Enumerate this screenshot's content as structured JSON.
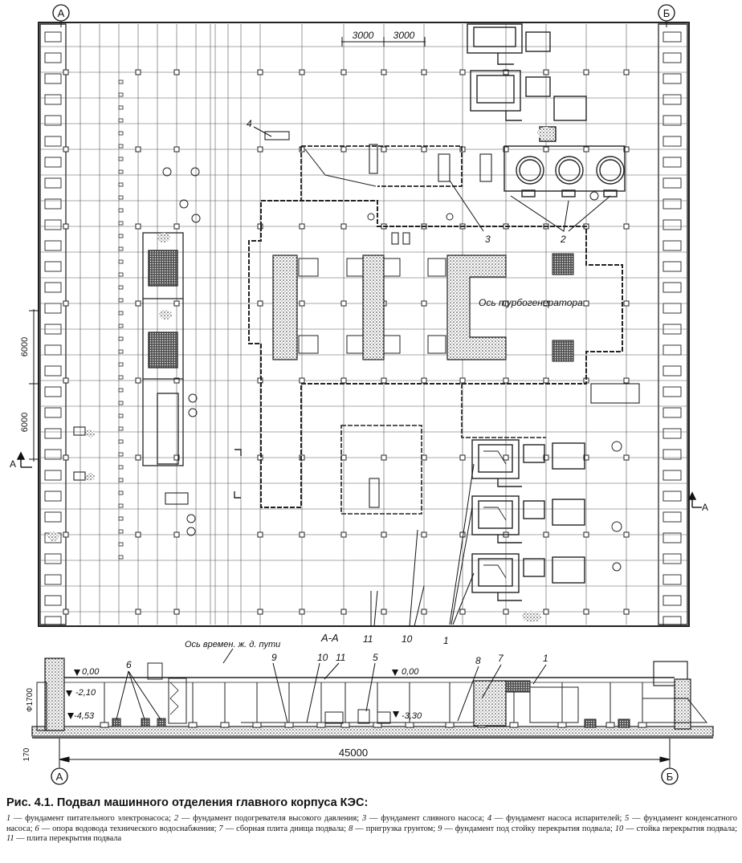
{
  "plan": {
    "axis_left": "А",
    "axis_right": "Б",
    "dim_top_1": "3000",
    "dim_top_2": "3000",
    "dim_left_1": "6000",
    "dim_left_2": "6000",
    "section_left": "А",
    "section_right": "А",
    "axis_label": "Ось турбогенератора",
    "label_4": "4",
    "label_3": "3",
    "label_2": "2",
    "label_11": "11",
    "label_10": "10",
    "label_1": "1"
  },
  "section": {
    "title": "А-А",
    "rail_axis": "Ось времен. ж. д. пути",
    "lvl_000_left": "0,00",
    "lvl_210": "-2,10",
    "lvl_453": "-4,53",
    "lvl_000_mid": "0,00",
    "lvl_330": "-3,30",
    "dim_1700": "Ф1700",
    "dim_170": "170",
    "dim_45000": "45000",
    "axis_a": "А",
    "axis_b": "Б",
    "n6": "6",
    "n9": "9",
    "n10": "10",
    "n11": "11",
    "n5": "5",
    "n8": "8",
    "n7": "7",
    "n1": "1"
  },
  "caption": "Рис. 4.1. Подвал машинного отделения главного корпуса КЭС:",
  "legend": [
    {
      "num": "1",
      "text": " — фундамент питательного электронасоса; "
    },
    {
      "num": "2",
      "text": " — фундамент подогревателя высокого давления; "
    },
    {
      "num": "3",
      "text": " — фундамент сливного насоса; "
    },
    {
      "num": "4",
      "text": " — фундамент насоса испарителей; "
    },
    {
      "num": "5",
      "text": " — фундамент конденсатного насоса; "
    },
    {
      "num": "6",
      "text": " — опора водовода технического водоснабжения; "
    },
    {
      "num": "7",
      "text": " — сборная плита днища подвала; "
    },
    {
      "num": "8",
      "text": " — пригрузка грунтом; "
    },
    {
      "num": "9",
      "text": " — фундамент под стойку перекрытия подвала; "
    },
    {
      "num": "10",
      "text": " — стойка перекрытия подвала; "
    },
    {
      "num": "11",
      "text": " — плита перекрытия подвала"
    }
  ]
}
